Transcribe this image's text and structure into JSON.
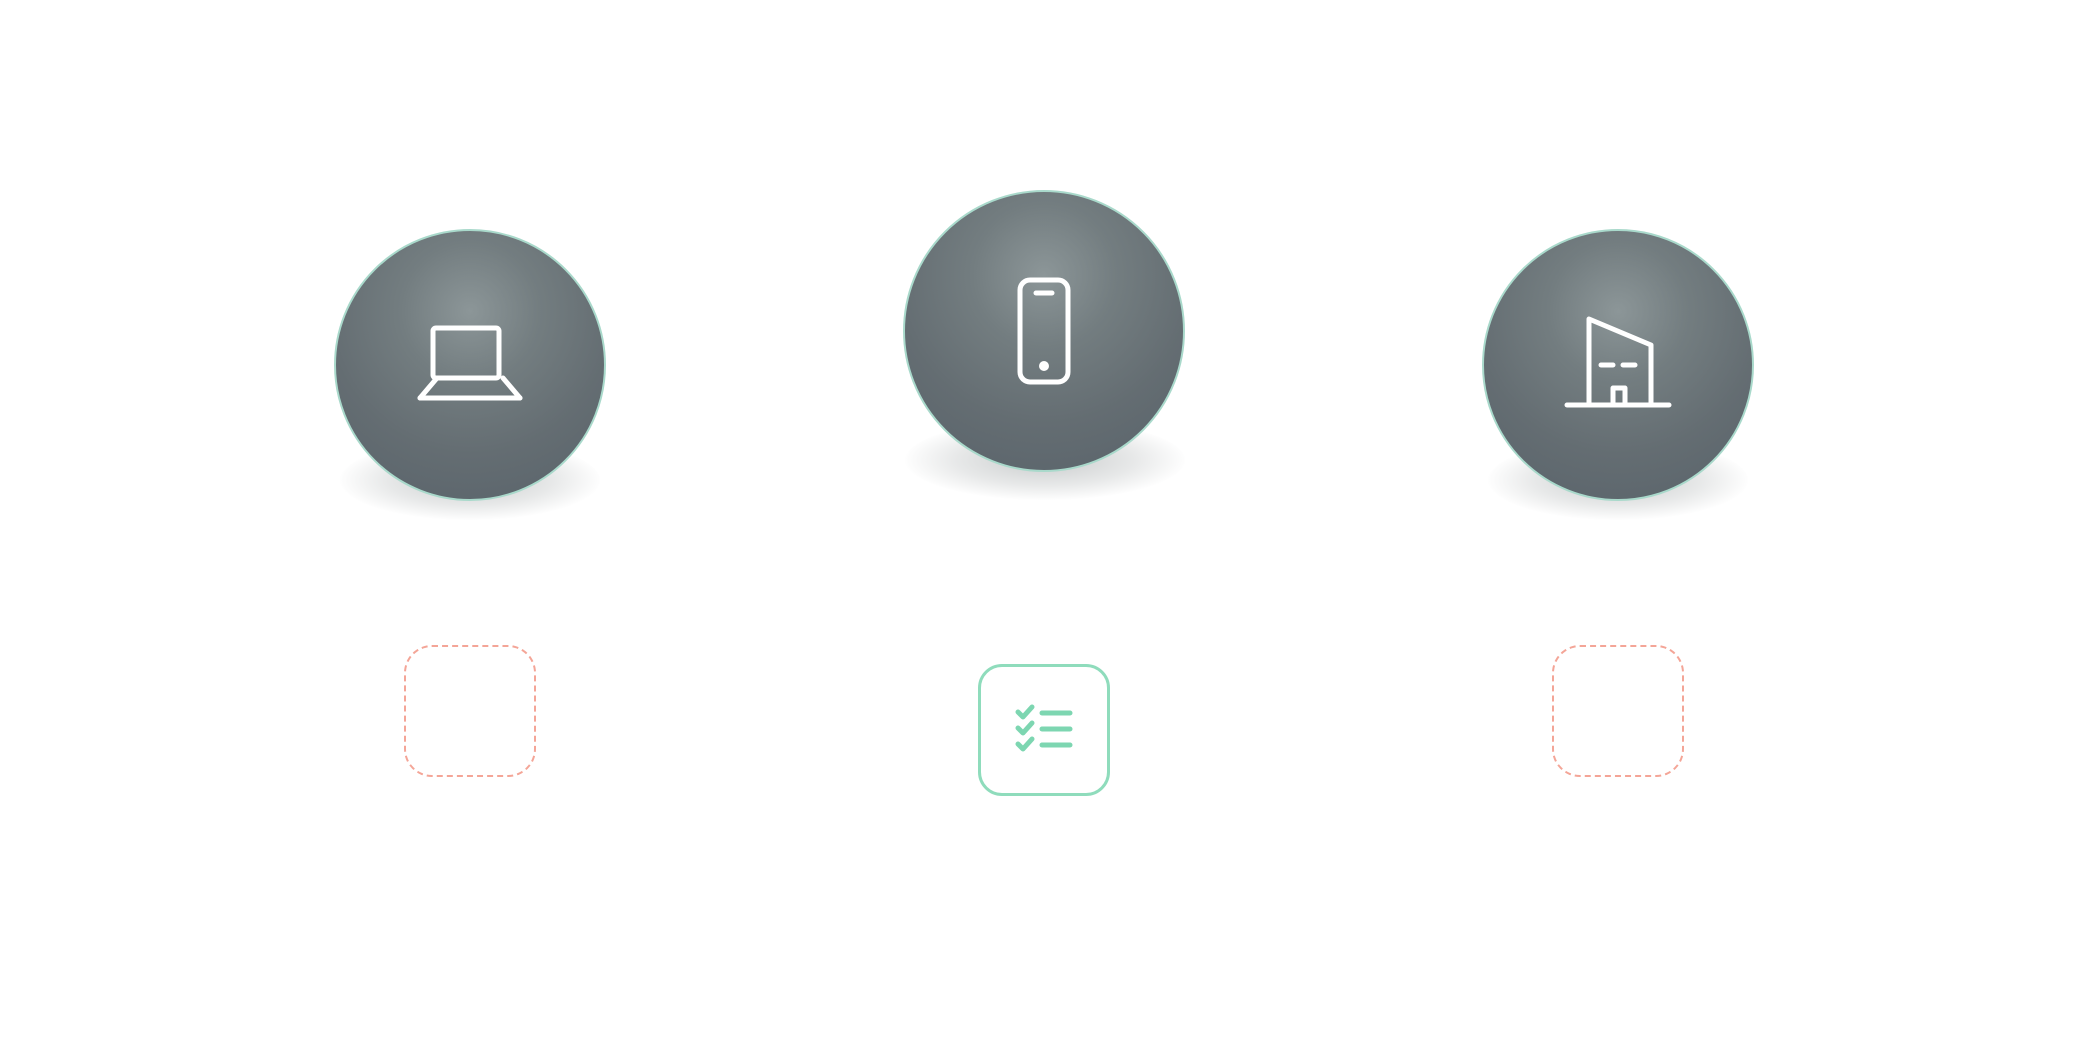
{
  "colors": {
    "sphere_border": "#a9d9cb",
    "sphere_fill": "#666f74",
    "icon_stroke": "#ffffff",
    "inactive_connector": "#f07563",
    "inactive_box_border": "#f4a597",
    "active_connector": "#9aa1a3",
    "active_box_border": "#8fdcbc",
    "active_box_icon": "#7dd6b1"
  },
  "nodes": [
    {
      "id": "laptop",
      "icon": "laptop-icon",
      "status": "inactive",
      "box_icon": ""
    },
    {
      "id": "phone",
      "icon": "phone-icon",
      "status": "active",
      "box_icon": "checklist-icon"
    },
    {
      "id": "building",
      "icon": "building-icon",
      "status": "inactive",
      "box_icon": ""
    }
  ]
}
